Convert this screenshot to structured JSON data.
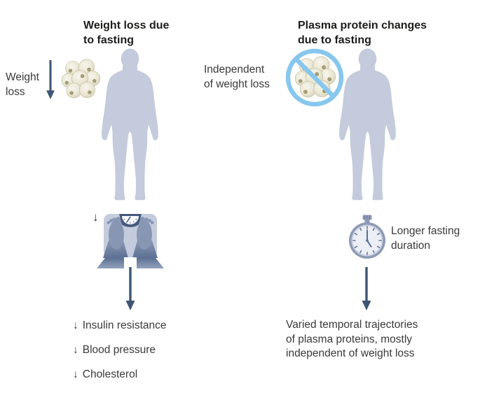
{
  "figure": {
    "type": "two-panel-comparison-diagram",
    "background": "#ffffff"
  },
  "left_panel": {
    "title": "Weight loss due\nto fasting",
    "cause_label": "Weight\nloss",
    "scale_down_symbol": "↓",
    "outcomes": [
      {
        "symbol": "↓",
        "label": "Insulin resistance"
      },
      {
        "symbol": "↓",
        "label": "Blood pressure"
      },
      {
        "symbol": "↓",
        "label": "Cholesterol"
      }
    ]
  },
  "right_panel": {
    "title": "Plasma protein changes\ndue to fasting",
    "cause_label": "Independent\nof weight loss",
    "clock_label": "Longer fasting\nduration",
    "outcome": "Varied temporal trajectories\nof plasma proteins, mostly\nindependent of weight loss"
  },
  "icons": {
    "fat_cells": "adipocyte-cluster-icon",
    "no_fat_cells": "crossed-out-adipocyte-cluster-icon",
    "human_body": "human-silhouette",
    "weighing_scale": "bathroom-scale-with-feet-icon",
    "stopwatch": "stopwatch-icon",
    "down_arrow": "down-arrow-icon",
    "decrease_symbol": "↓"
  },
  "colors": {
    "background": "#ffffff",
    "title_text": "#1d1d1b",
    "body_text": "#3a3a3a",
    "silhouette": "#c3cbdc",
    "arrow_navy": "#3e5574",
    "fat_cell_fill": "#ebe8d6",
    "fat_cell_edge": "#c6c0a2",
    "prohibition_blue": "#87c7ee",
    "scale_platform": "#c3cbdc",
    "scale_feet": "#8796b2",
    "dial_navy": "#46597c",
    "stopwatch_rim": "#8d9ab6",
    "stopwatch_face": "#eceff6"
  }
}
